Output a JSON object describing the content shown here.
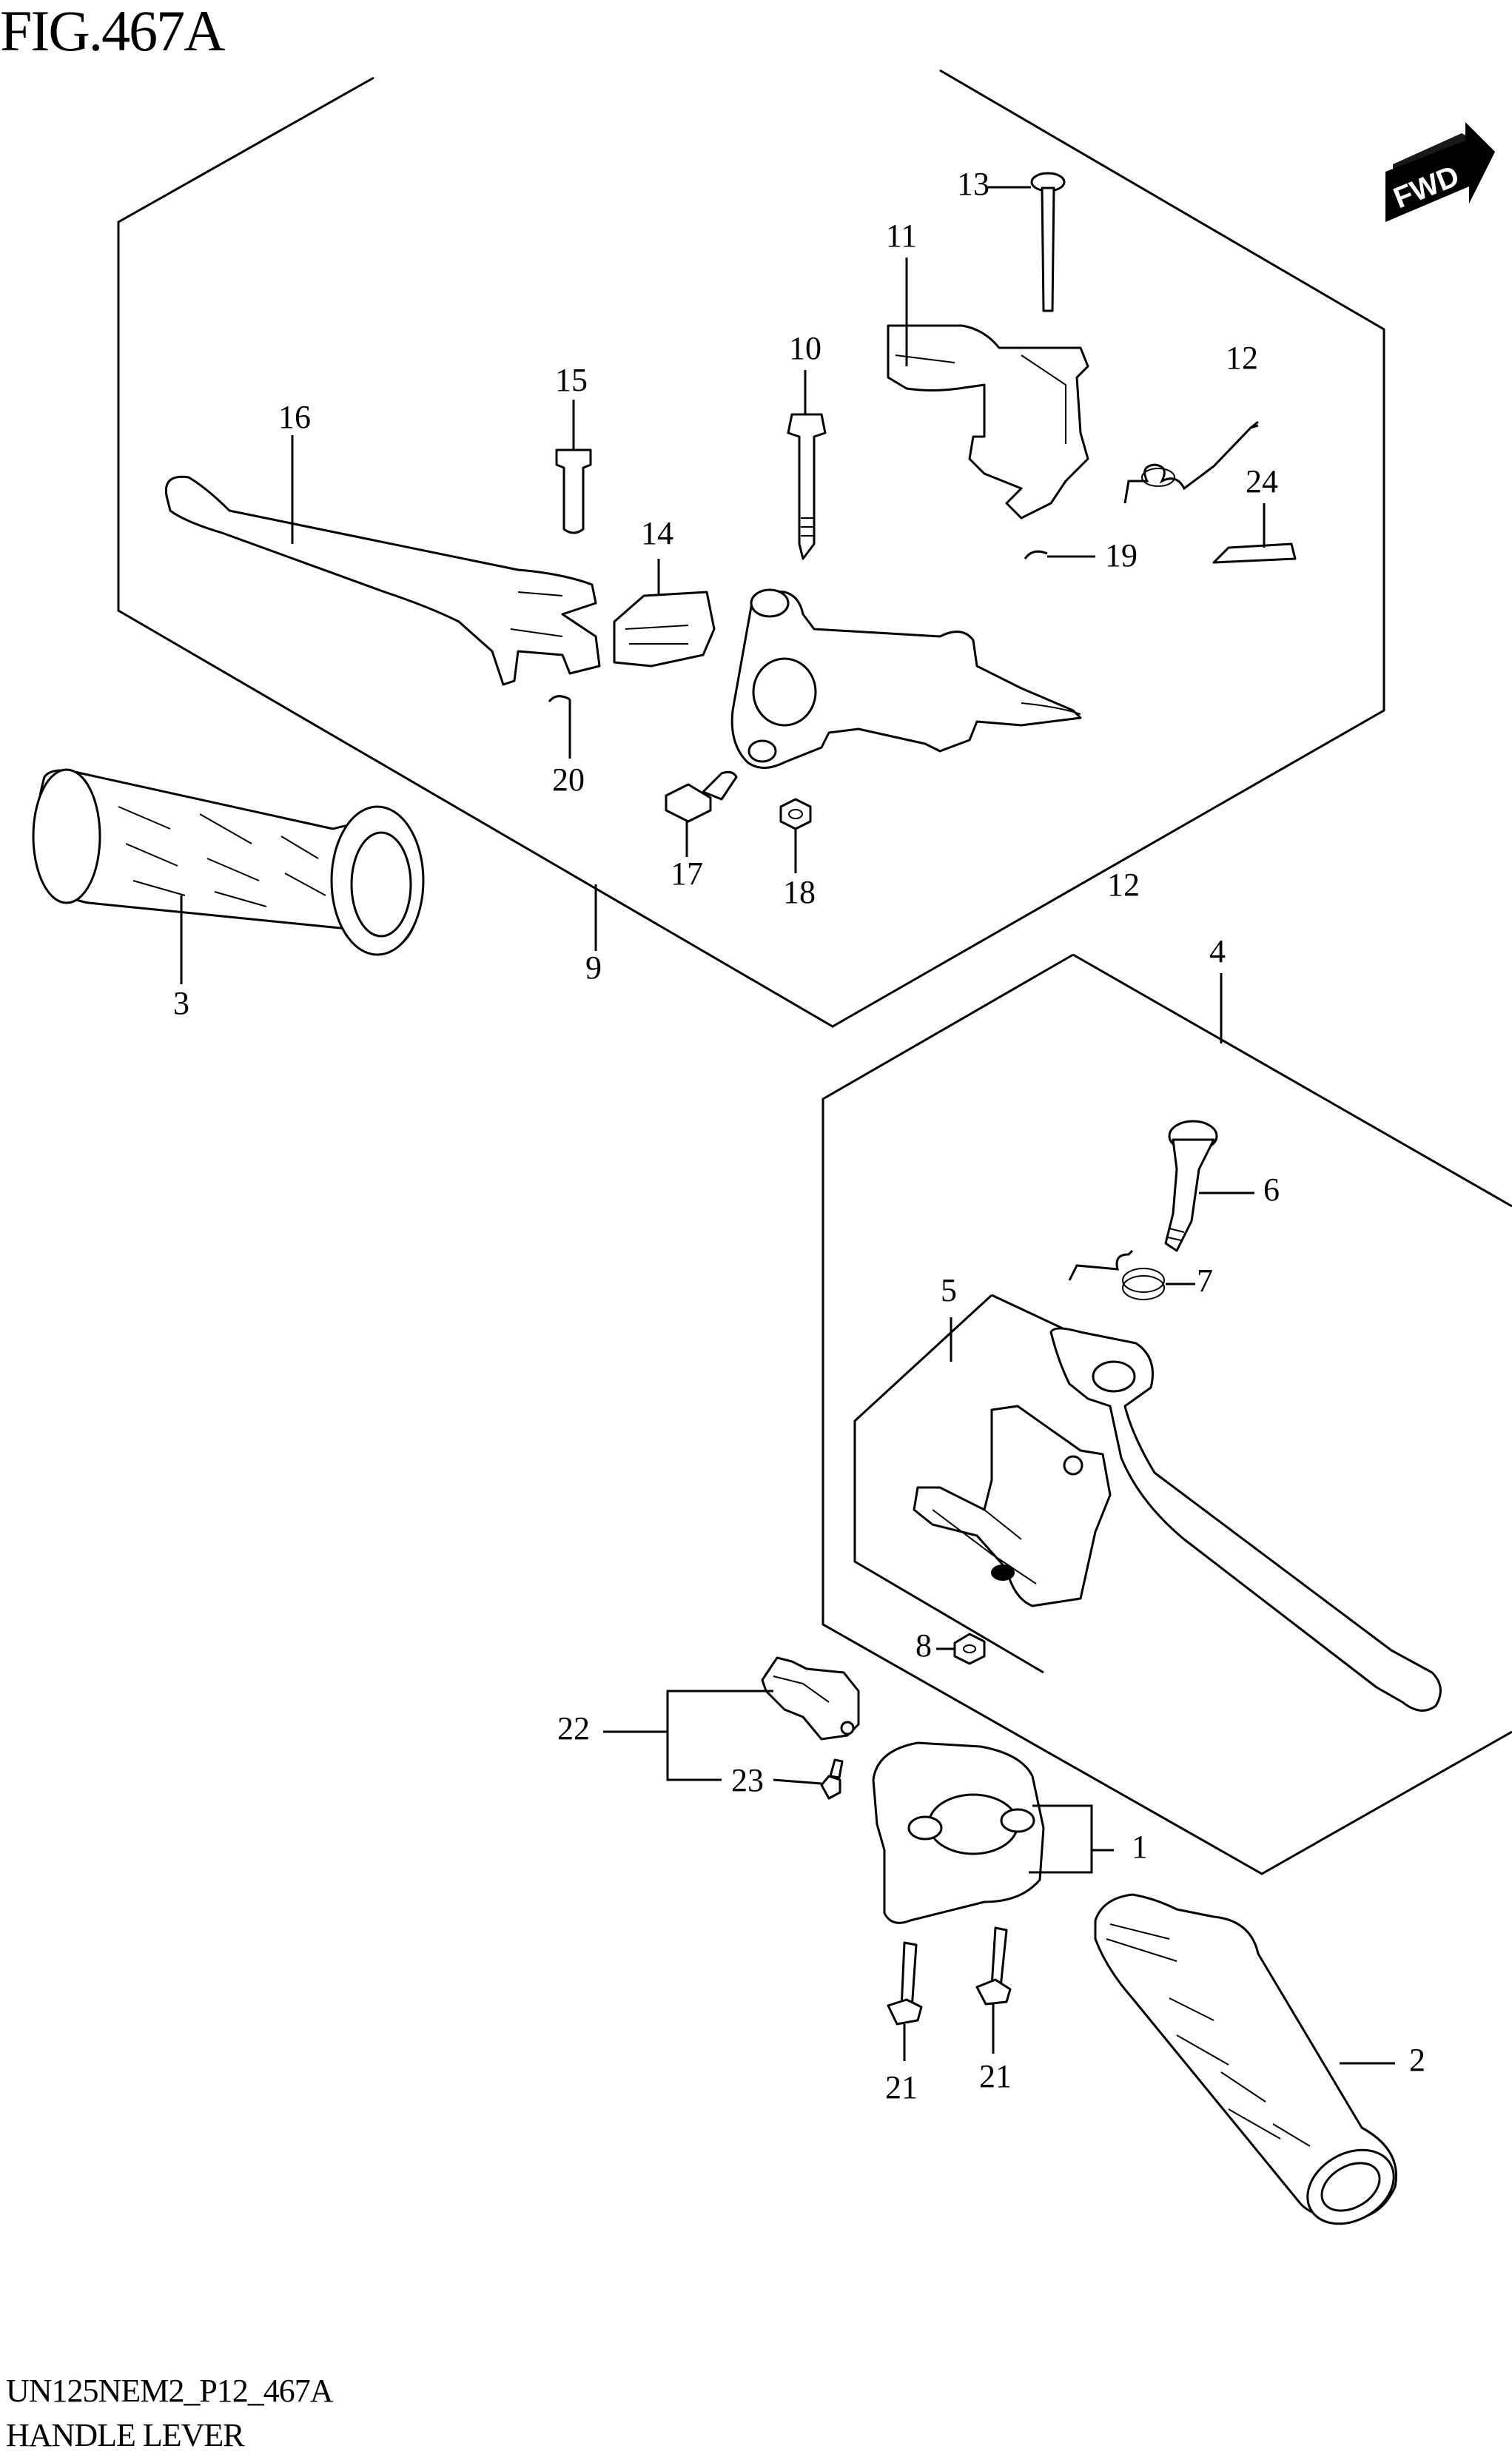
{
  "figure": {
    "title": "FIG.467A",
    "fwd_label": "FWD"
  },
  "footer": {
    "code": "UN125NEM2_P12_467A",
    "name": "HANDLE LEVER"
  },
  "callouts": [
    {
      "id": "c16",
      "label": "16"
    },
    {
      "id": "c15",
      "label": "15"
    },
    {
      "id": "c10",
      "label": "10"
    },
    {
      "id": "c11",
      "label": "11"
    },
    {
      "id": "c13",
      "label": "13"
    },
    {
      "id": "c12a",
      "label": "12"
    },
    {
      "id": "c24",
      "label": "24"
    },
    {
      "id": "c19",
      "label": "19"
    },
    {
      "id": "c14",
      "label": "14"
    },
    {
      "id": "c20",
      "label": "20"
    },
    {
      "id": "c17",
      "label": "17"
    },
    {
      "id": "c18",
      "label": "18"
    },
    {
      "id": "c12b",
      "label": "12"
    },
    {
      "id": "c9",
      "label": "9"
    },
    {
      "id": "c3",
      "label": "3"
    },
    {
      "id": "c4",
      "label": "4"
    },
    {
      "id": "c6",
      "label": "6"
    },
    {
      "id": "c7",
      "label": "7"
    },
    {
      "id": "c5",
      "label": "5"
    },
    {
      "id": "c8",
      "label": "8"
    },
    {
      "id": "c22",
      "label": "22"
    },
    {
      "id": "c23",
      "label": "23"
    },
    {
      "id": "c1",
      "label": "1"
    },
    {
      "id": "c2",
      "label": "2"
    },
    {
      "id": "c21a",
      "label": "21"
    },
    {
      "id": "c21b",
      "label": "21"
    }
  ]
}
